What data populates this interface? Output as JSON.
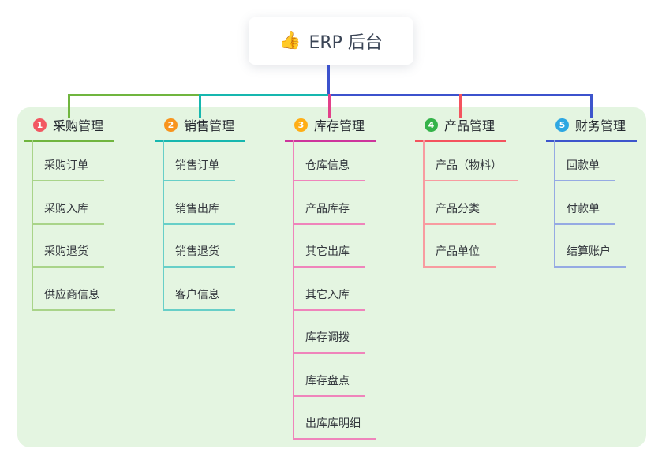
{
  "root": {
    "icon_glyph": "👍",
    "label": "ERP 后台"
  },
  "colors": {
    "canvas_bg": "#ffffff",
    "panel_bg": "#e4f5e1",
    "root_card_bg": "#ffffff",
    "root_text": "#3b4556",
    "root_connector": "#3c52cd",
    "header_text": "#23272e",
    "child_text": "#33373d"
  },
  "branches": [
    {
      "num": "1",
      "label": "采购管理",
      "badge_color": "#f25862",
      "line_color": "#70b53f",
      "drop_color": "#70b53f",
      "child_line_color": "#a9d489",
      "children": [
        "采购订单",
        "采购入库",
        "采购退货",
        "供应商信息"
      ]
    },
    {
      "num": "2",
      "label": "销售管理",
      "badge_color": "#f8941d",
      "line_color": "#16b7af",
      "drop_color": "#16b7af",
      "child_line_color": "#67cfc8",
      "children": [
        "销售订单",
        "销售出库",
        "销售退货",
        "客户信息"
      ]
    },
    {
      "num": "3",
      "label": "库存管理",
      "badge_color": "#ffae16",
      "line_color": "#cd359c",
      "drop_color": "#e2418a",
      "child_line_color": "#ef84bb",
      "children": [
        "仓库信息",
        "产品库存",
        "其它出库",
        "其它入库",
        "库存调拨",
        "库存盘点",
        "出库库明细"
      ]
    },
    {
      "num": "4",
      "label": "产品管理",
      "badge_color": "#35b34a",
      "line_color": "#f4535e",
      "drop_color": "#f4535e",
      "child_line_color": "#f89ba0",
      "children": [
        "产品（物料）",
        "产品分类",
        "产品单位"
      ]
    },
    {
      "num": "5",
      "label": "财务管理",
      "badge_color": "#2da7e2",
      "line_color": "#3d55cc",
      "drop_color": "#3d55cc",
      "child_line_color": "#95aae3",
      "children": [
        "回款单",
        "付款单",
        "结算账户"
      ]
    }
  ]
}
